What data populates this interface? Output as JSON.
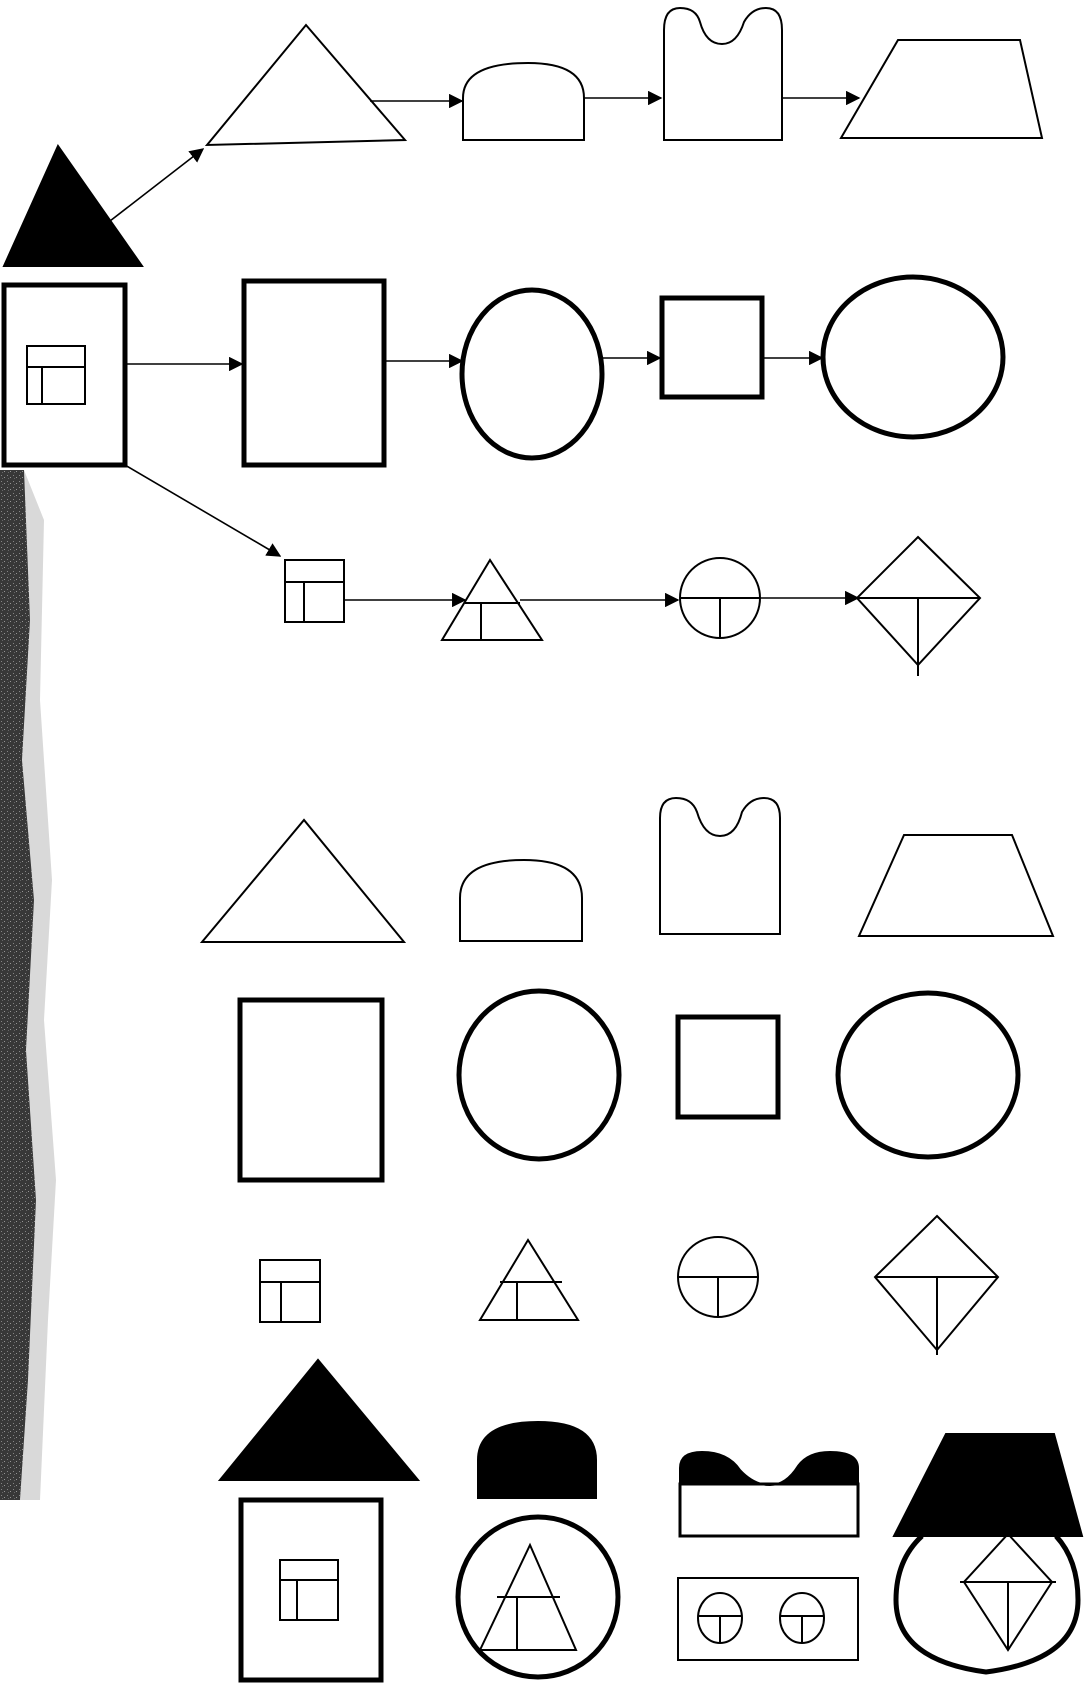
{
  "page": {
    "title": "",
    "caption": ""
  },
  "colors": {
    "ink": "#000000",
    "paper": "#ffffff",
    "edge_shadow": "#1a1a1a"
  },
  "diagram": {
    "flow_rows": [
      {
        "source": "house-roof",
        "sequence": [
          "triangle",
          "dome",
          "tooth-shape",
          "trapezoid"
        ]
      },
      {
        "source": "house-body",
        "sequence": [
          "rectangle",
          "circle",
          "square",
          "ellipse"
        ]
      },
      {
        "source": "house-window",
        "sequence": [
          "window-square",
          "window-triangle",
          "window-circle",
          "window-diamond"
        ]
      }
    ],
    "grid_rows": [
      [
        "triangle",
        "dome",
        "tooth-shape",
        "trapezoid"
      ],
      [
        "rectangle",
        "circle",
        "square",
        "ellipse"
      ],
      [
        "window-square",
        "window-triangle",
        "window-circle",
        "window-diamond"
      ]
    ],
    "composites": [
      "triangle-house",
      "dome-circle",
      "tooth-box",
      "trapezoid-ellipse"
    ]
  }
}
